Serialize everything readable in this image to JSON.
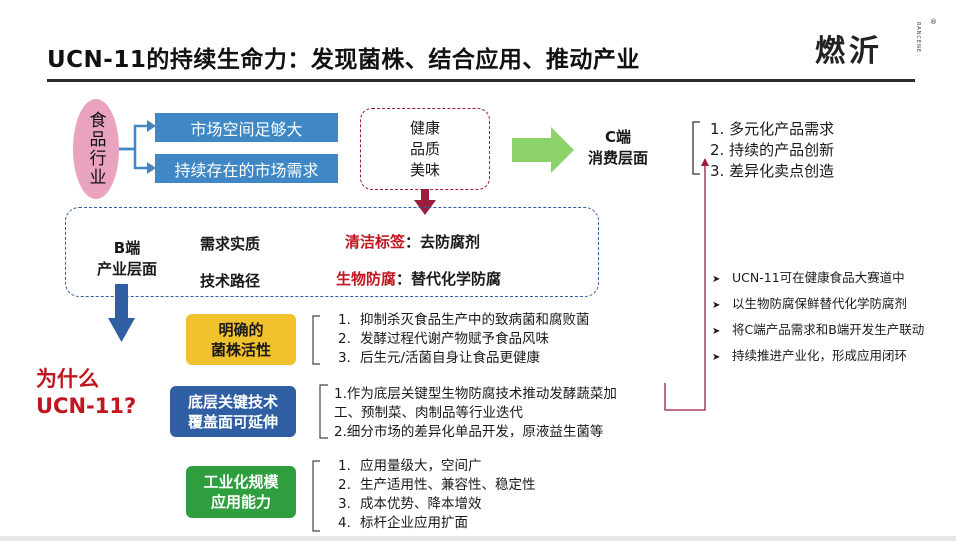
{
  "title": "UCN-11的持续生命力：发现菌株、结合应用、推动产业",
  "logo": {
    "text": "燃沂",
    "sub": "RANCENE",
    "mark": "®"
  },
  "food": {
    "label": "食品行业"
  },
  "market": {
    "space": "市场空间足够大",
    "demand": "持续存在的市场需求"
  },
  "needs": {
    "line1": "健康",
    "line2": "品质",
    "line3": "美味"
  },
  "c_end": {
    "line1": "C端",
    "line2": "消费层面"
  },
  "c_list": [
    "1. 多元化产品需求",
    "2. 持续的产品创新",
    "3. 差异化卖点创造"
  ],
  "b_end": {
    "line1": "B端",
    "line2": "产业层面",
    "demand_label": "需求实质",
    "tech_label": "技术路径",
    "clean_red": "清洁标签",
    "clean_black": "：去防腐剂",
    "bio_red": "生物防腐",
    "bio_black": "：替代化学防腐"
  },
  "why": {
    "line1": "为什么",
    "line2": "UCN-11?"
  },
  "pill1": {
    "line1": "明确的",
    "line2": "菌株活性"
  },
  "list1": [
    {
      "num": "1.",
      "text": "抑制杀灭食品生产中的致病菌和腐败菌"
    },
    {
      "num": "2.",
      "text": "发酵过程代谢产物赋予食品风味"
    },
    {
      "num": "3.",
      "text": "后生元/活菌自身让食品更健康"
    }
  ],
  "pill2": {
    "line1": "底层关键技术",
    "line2": "覆盖面可延伸"
  },
  "list2": {
    "line1": "1.作为底层关键型生物防腐技术推动发酵蔬菜加",
    "line2": "工、预制菜、肉制品等行业迭代",
    "line3": "2.细分市场的差异化单品开发，原液益生菌等"
  },
  "pill3": {
    "line1": "工业化规模",
    "line2": "应用能力"
  },
  "list3": [
    {
      "num": "1.",
      "text": "应用量级大，空间广"
    },
    {
      "num": "2.",
      "text": "生产适用性、兼容性、稳定性"
    },
    {
      "num": "3.",
      "text": "成本优势、降本增效"
    },
    {
      "num": "4.",
      "text": "标杆企业应用扩面"
    }
  ],
  "right_list": [
    "UCN-11可在健康食品大赛道中",
    "以生物防腐保鲜替代化学防腐剂",
    "将C端产品需求和B端开发生产联动",
    "持续推进产业化，形成应用闭环"
  ],
  "colors": {
    "blue": "#3f88c5",
    "pink": "#e9a3bf",
    "green": "#8cd36a",
    "gold": "#f2c12e",
    "navy": "#2f5ea3",
    "pill_green": "#2f9e3e",
    "red": "#c0161f",
    "crimson": "#9b1d3c"
  }
}
